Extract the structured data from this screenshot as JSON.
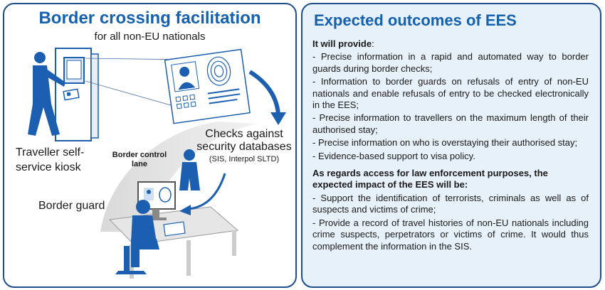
{
  "left": {
    "title": "Border crossing facilitation",
    "subtitle": "for all non-EU nationals",
    "labels": {
      "kiosk": "Traveller self-service kiosk",
      "lane": "Border control lane",
      "checks": "Checks against security databases",
      "checks_sub": "(SIS, Interpol SLTD)",
      "guard": "Border guard"
    },
    "icons": [
      "traveller-icon",
      "kiosk-icon",
      "passport-card-icon",
      "fingerprint-icon",
      "document-icon",
      "border-guard-icon",
      "computer-monitor-icon",
      "arrow-icon"
    ]
  },
  "right": {
    "title": "Expected outcomes of EES",
    "provide_heading": "It will provide",
    "provide_items": [
      "- Precise information in a rapid and automated way to border guards during border checks;",
      "- Information to border guards on refusals of entry of non-EU nationals and enable refusals of entry to be checked electronically in the EES;",
      "- Precise information to travellers on the maximum length of their authorised stay;",
      "- Precise information on who is overstaying their authorised stay;",
      "- Evidence-based support to visa policy."
    ],
    "law_heading": "As regards access for law enforcement purposes, the expected impact of the EES will be",
    "law_items": [
      "- Support the identification of terrorists, criminals as well as of suspects and victims of crime;",
      "- Provide a record of travel histories of non-EU nationals including crime suspects, perpetrators or victims of crime. It would thus complement the information in the SIS."
    ]
  },
  "colors": {
    "primary_blue": "#1561ad",
    "border_blue": "#1f4e8c",
    "figure_blue": "#1c5fb0",
    "panel_bg": "#e6f1fa"
  }
}
